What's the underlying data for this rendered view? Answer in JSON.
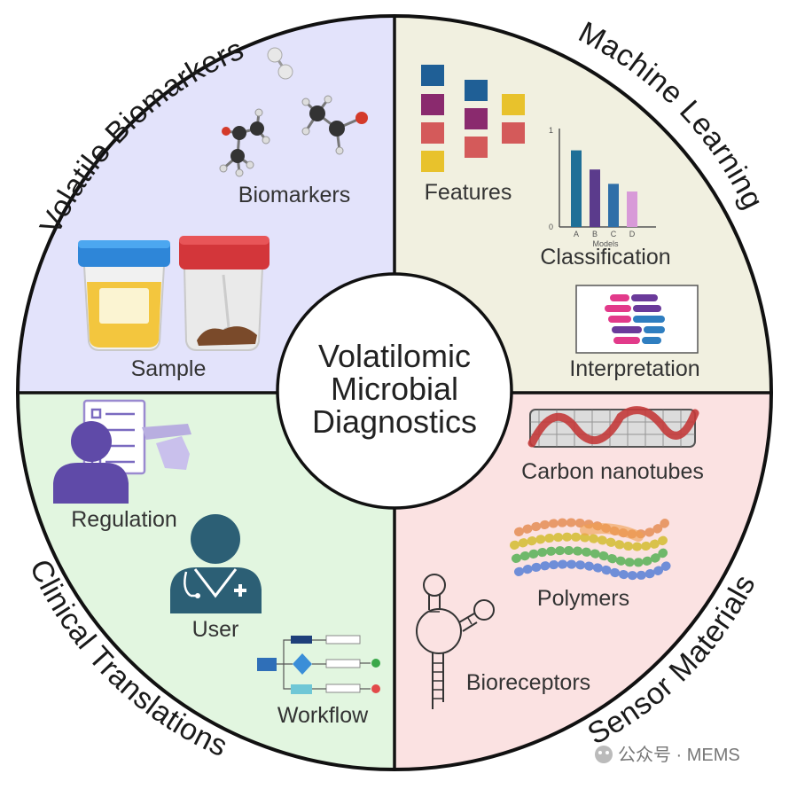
{
  "center_title": [
    "Volatilomic",
    "Microbial",
    "Diagnostics"
  ],
  "quadrants": {
    "top_left": {
      "title": "Volatile Biomarkers",
      "color": "#e3e3fb",
      "items": [
        "Biomarkers",
        "Sample"
      ]
    },
    "top_right": {
      "title": "Machine Learning",
      "color": "#f1f0e0",
      "items": [
        "Features",
        "Classification",
        "Interpretation"
      ]
    },
    "bottom_left": {
      "title": "Clinical Translations",
      "color": "#e2f6e0",
      "items": [
        "Regulation",
        "User",
        "Workflow"
      ]
    },
    "bottom_right": {
      "title": "Sensor Materials",
      "color": "#fbe2e2",
      "items": [
        "Carbon nanotubes",
        "Polymers",
        "Bioreceptors"
      ]
    }
  },
  "mini_chart": {
    "y_ticks": [
      "0",
      "1"
    ],
    "categories": [
      "A",
      "B",
      "C",
      "D"
    ],
    "values": [
      0.8,
      0.6,
      0.45,
      0.37
    ],
    "colors": [
      "#1f6f97",
      "#5b3b8c",
      "#2f6fa8",
      "#d89ad8"
    ],
    "xlabel": "Models"
  },
  "watermark": "公众号 · MEMS"
}
